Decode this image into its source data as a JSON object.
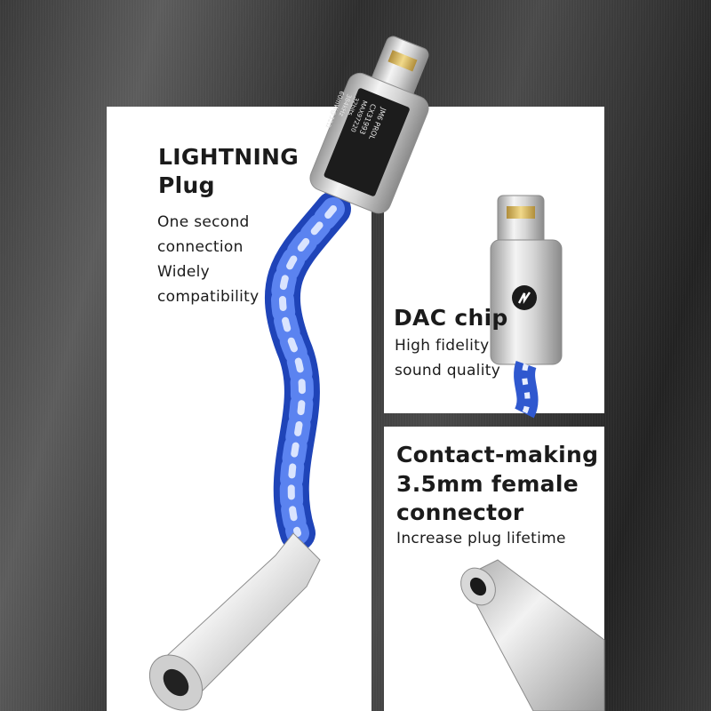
{
  "left_panel": {
    "title_line1": "LIGHTNING",
    "title_line2": "Plug",
    "lines": [
      "One second",
      "connection",
      "Widely",
      "compatibility"
    ]
  },
  "top_right_panel": {
    "title": "DAC chip",
    "lines": [
      "High fidelity",
      "sound quality"
    ]
  },
  "bottom_right_panel": {
    "title_lines": [
      "Contact-making",
      "3.5mm female",
      "connector"
    ],
    "subtitle": "Increase plug lifetime"
  },
  "connector_label": {
    "lines": [
      "JM6 PROL",
      "CX31993",
      "MAX97220",
      "32bits",
      "384kHz",
      "60mW@32Ω"
    ]
  },
  "colors": {
    "background": "#3a3a3a",
    "panel": "#ffffff",
    "cable_blue": "#2a52c9",
    "cable_white": "#e6ecff",
    "metal": "#c9c9c9"
  }
}
